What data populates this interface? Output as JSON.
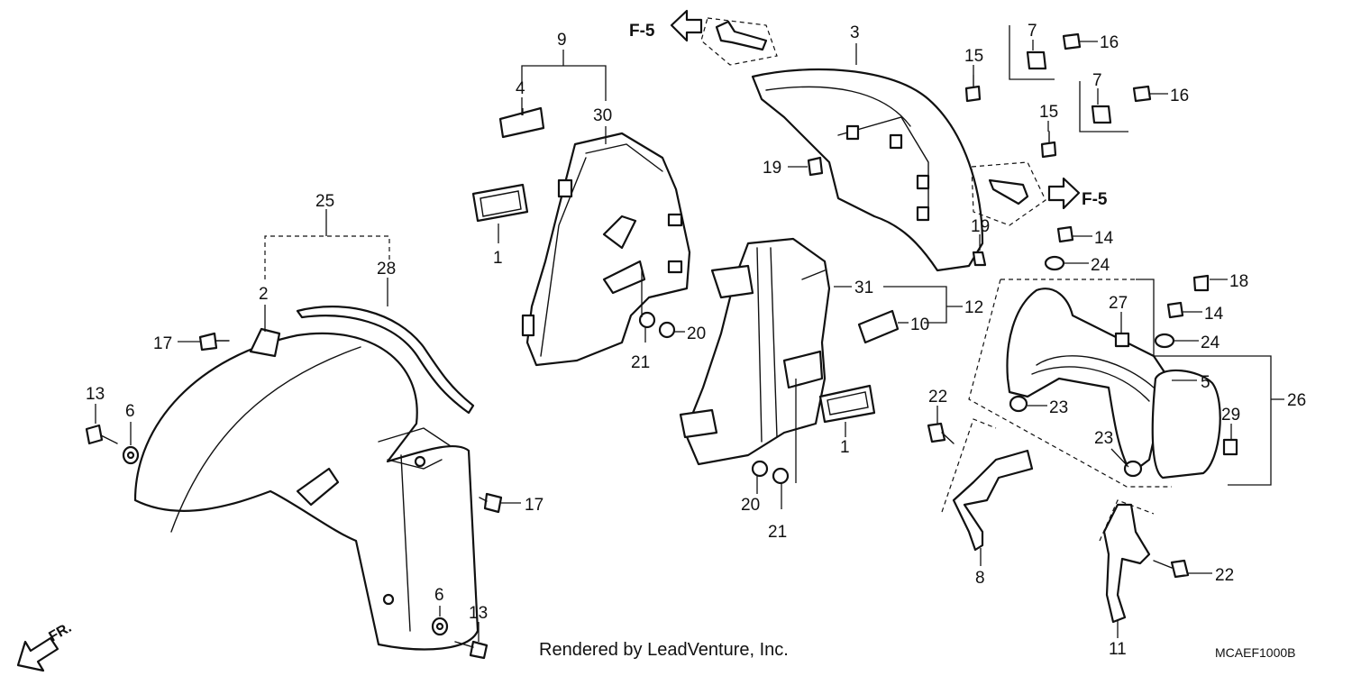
{
  "diagram_code": "MCAEF1000B",
  "footer_text": "Rendered by LeadVenture, Inc.",
  "direction_label": "FR.",
  "references": [
    "F-5",
    "F-5"
  ],
  "callouts": [
    "1",
    "1",
    "2",
    "3",
    "4",
    "5",
    "6",
    "6",
    "7",
    "7",
    "8",
    "9",
    "10",
    "11",
    "12",
    "13",
    "13",
    "14",
    "14",
    "15",
    "15",
    "16",
    "16",
    "17",
    "17",
    "18",
    "19",
    "19",
    "20",
    "20",
    "21",
    "21",
    "22",
    "22",
    "23",
    "23",
    "24",
    "24",
    "25",
    "26",
    "27",
    "28",
    "29",
    "30",
    "31"
  ]
}
